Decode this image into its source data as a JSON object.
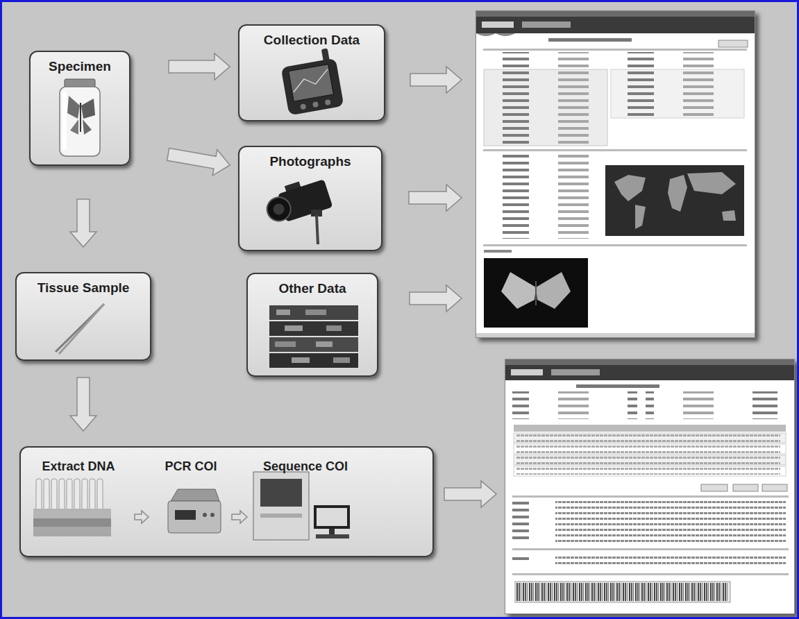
{
  "diagram": {
    "nodes": [
      {
        "text": [
          "Specimen"
        ]
      },
      {
        "text": [
          "Collection Data"
        ]
      },
      {
        "text": [
          "Photographs"
        ]
      },
      {
        "text": [
          "Other Data"
        ]
      },
      {
        "text": []
      },
      {
        "text": [
          "Tissue Sample"
        ]
      },
      {
        "text": []
      },
      {
        "text": [
          "Extract DNA"
        ],
        "in": 6
      },
      {
        "text": [
          "PCR COI"
        ],
        "in": 6
      },
      {
        "text": [
          "Sequence COI"
        ],
        "in": 6
      },
      {
        "text": []
      }
    ],
    "edges": [
      {
        "from": 0,
        "to": 1,
        "arrow": "to"
      },
      {
        "from": 0,
        "to": 2,
        "arrow": "to"
      },
      {
        "from": 1,
        "to": 4,
        "arrow": "to"
      },
      {
        "from": 2,
        "to": 4,
        "arrow": "to"
      },
      {
        "from": 3,
        "to": 4,
        "arrow": "to"
      },
      {
        "from": 0,
        "to": 5,
        "arrow": "to"
      },
      {
        "from": 5,
        "to": 6,
        "arrow": "to"
      },
      {
        "from": 7,
        "to": 8,
        "arrow": "to"
      },
      {
        "from": 8,
        "to": 9,
        "arrow": "to"
      },
      {
        "from": 6,
        "to": 10,
        "arrow": "to"
      }
    ]
  }
}
